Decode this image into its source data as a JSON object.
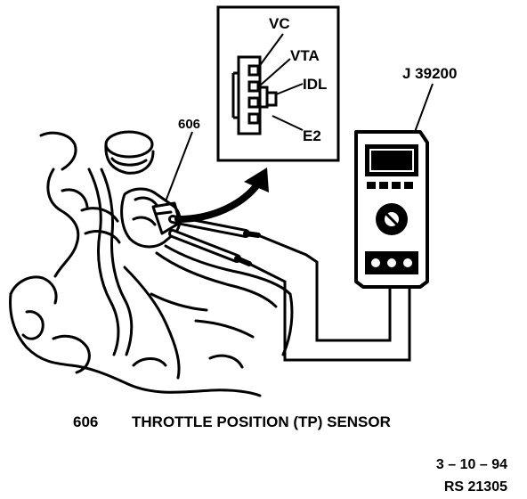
{
  "connector_pins": [
    "VC",
    "VTA",
    "IDL",
    "E2"
  ],
  "callouts": {
    "component_number": "606",
    "meter": "J 39200"
  },
  "caption": {
    "number": "606",
    "text": "THROTTLE POSITION (TP) SENSOR"
  },
  "footer": {
    "date": "3 – 10 – 94",
    "ref": "RS 21305"
  }
}
